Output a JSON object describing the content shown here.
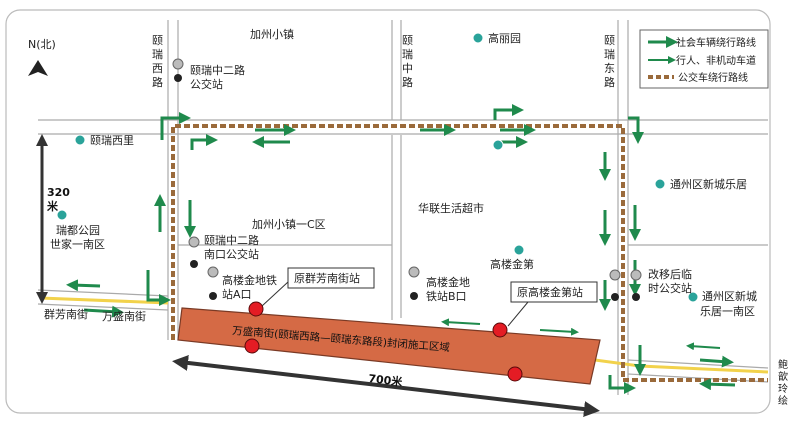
{
  "compass": {
    "label": "N(北)"
  },
  "legend": {
    "items": [
      {
        "label": "社会车辆绕行路线",
        "kind": "car"
      },
      {
        "label": "行人、非机动车道",
        "kind": "ped"
      },
      {
        "label": "公交车绕行路线",
        "kind": "bus"
      }
    ]
  },
  "roads": {
    "yirui_west": "颐瑞西路",
    "yirui_middle": "颐瑞中路",
    "yirui_east": "颐瑞东路",
    "qunfang_south": "群芳南街",
    "wansheng_south": "万盛南街"
  },
  "places": {
    "jiazhou_town": "加州小镇",
    "gaoli_garden": "高丽园",
    "yirui_xili": "颐瑞西里",
    "jiazhou_c": "加州小镇一C区",
    "hualian": "华联生活超市",
    "tongzhou_xincheng": "通州区新城乐居",
    "ruidu_park": "瑞都公园世家一南区",
    "gaolou_jindi": "高楼金第",
    "tongzhou_xincheng_south": "通州区新城乐居一南区"
  },
  "stops": {
    "yirui_mid2": "颐瑞中二路公交站",
    "yirui_mid2_south": "颐瑞中二路南口公交站",
    "gaolou_a": "高楼金地铁站A口",
    "gaolou_b": "高楼金地铁站B口",
    "temp_stop": "改移后临时公交站"
  },
  "callouts": {
    "old_qunfang": "原群芳南街站",
    "old_gaolou": "原高楼金第站"
  },
  "closure": {
    "label": "万盛南街(颐瑞西路—颐瑞东路段)封闭施工区域"
  },
  "dimensions": {
    "vertical": "320米",
    "horizontal": "700米"
  },
  "credit": "鲍歆玲绘"
}
